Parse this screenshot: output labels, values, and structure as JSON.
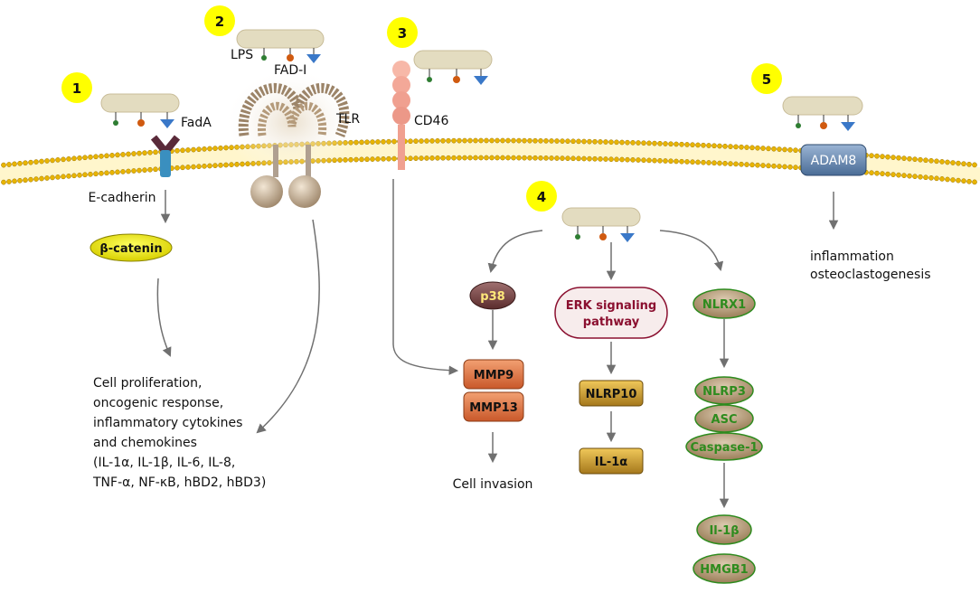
{
  "markers": [
    "1",
    "2",
    "3",
    "4",
    "5"
  ],
  "labels": {
    "fada": "FadA",
    "ecadherin": "E-cadherin",
    "lps": "LPS",
    "fadi": "FAD-I",
    "tlr": "TLR",
    "cd46": "CD46",
    "adam8": "ADAM8"
  },
  "nodes": {
    "beta_catenin": "β-catenin",
    "p38": "p38",
    "erk_line1": "ERK signaling",
    "erk_line2": "pathway",
    "mmp9": "MMP9",
    "mmp13": "MMP13",
    "nlrp10": "NLRP10",
    "il1a": "IL-1α",
    "nlrx1": "NLRX1",
    "nlrp3": "NLRP3",
    "asc": "ASC",
    "caspase1": "Caspase-1",
    "il1b": "Il-1β",
    "hmgb1": "HMGB1"
  },
  "outcomes": {
    "cell_prolif_lines": [
      "Cell proliferation,",
      "oncogenic response,",
      "inflammatory cytokines",
      "and chemokines",
      "(IL-1α, IL-1β, IL-6, IL-8,",
      "TNF-α, NF-κB, hBD2, hBD3)"
    ],
    "cell_invasion": "Cell invasion",
    "adam8_lines": [
      "inflammation",
      "osteoclastogenesis"
    ]
  },
  "colors": {
    "marker_yellow": "#ffff00",
    "membrane_head": "#e8b400",
    "bacteria": "#e3dcc0",
    "adam8_fill": "#5c7fa8",
    "mmp_fill": "#e07a45",
    "nlrp_fill": "#c9a030",
    "nlr_fill": "#b59a72",
    "nlr_text": "#2e8b1e",
    "erk_text": "#8b1030",
    "arrow": "#707070"
  }
}
